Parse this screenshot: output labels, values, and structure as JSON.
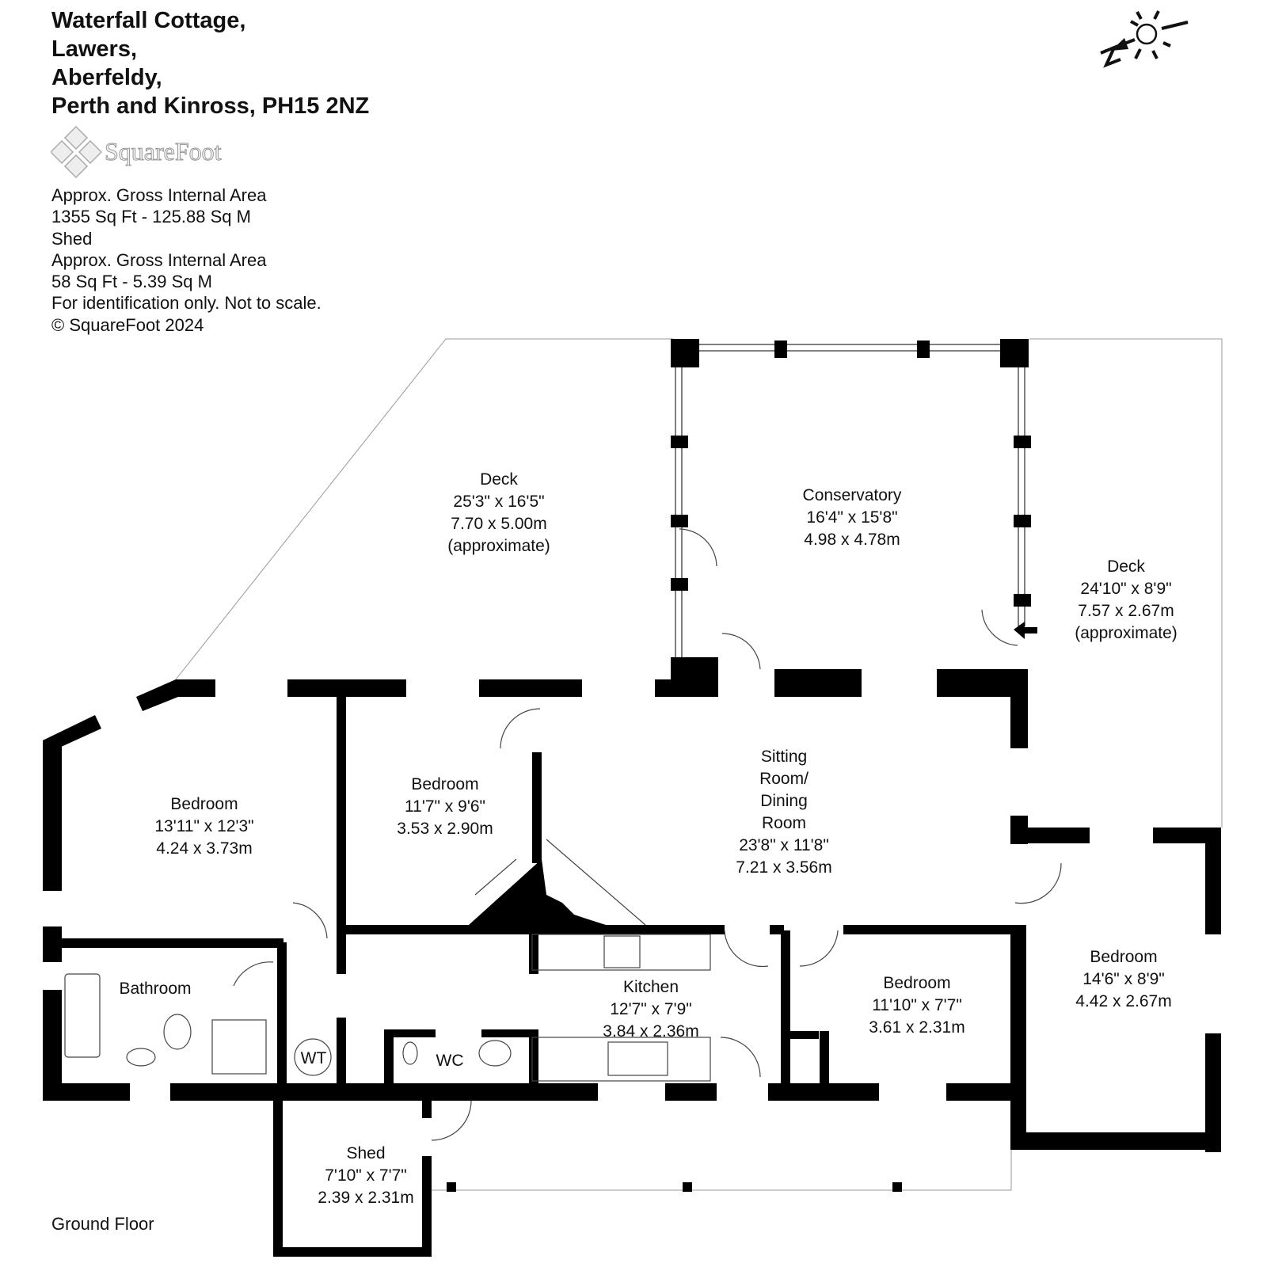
{
  "address": [
    "Waterfall Cottage,",
    "Lawers,",
    "Aberfeldy,",
    "Perth and Kinross, PH15 2NZ"
  ],
  "logo": {
    "text": "SquareFoot"
  },
  "info": [
    "Approx. Gross Internal Area",
    "1355 Sq Ft  -  125.88 Sq M",
    "Shed",
    "Approx. Gross Internal Area",
    "58 Sq Ft  -  5.39 Sq M",
    "For identification only. Not to scale.",
    "© SquareFoot 2024"
  ],
  "compass": {
    "label": "N"
  },
  "rooms": {
    "deck_left": {
      "name": "Deck",
      "imperial": "25'3\" x 16'5\"",
      "metric": "7.70 x 5.00m",
      "note": "(approximate)"
    },
    "conservatory": {
      "name": "Conservatory",
      "imperial": "16'4\" x 15'8\"",
      "metric": "4.98 x 4.78m"
    },
    "deck_right": {
      "name": "Deck",
      "imperial": "24'10\" x 8'9\"",
      "metric": "7.57 x 2.67m",
      "note": "(approximate)"
    },
    "bedroom1": {
      "name": "Bedroom",
      "imperial": "13'11\" x 12'3\"",
      "metric": "4.24 x 3.73m"
    },
    "bedroom2": {
      "name": "Bedroom",
      "imperial": "11'7\" x 9'6\"",
      "metric": "3.53 x 2.90m"
    },
    "sitting": {
      "name1": "Sitting",
      "name2": "Room/",
      "name3": "Dining",
      "name4": "Room",
      "imperial": "23'8\" x 11'8\"",
      "metric": "7.21 x 3.56m"
    },
    "bathroom": {
      "name": "Bathroom"
    },
    "kitchen": {
      "name": "Kitchen",
      "imperial": "12'7\" x 7'9\"",
      "metric": "3.84 x 2.36m"
    },
    "bedroom3": {
      "name": "Bedroom",
      "imperial": "11'10\" x 7'7\"",
      "metric": "3.61 x 2.31m"
    },
    "bedroom4": {
      "name": "Bedroom",
      "imperial": "14'6\" x 8'9\"",
      "metric": "4.42 x 2.67m"
    },
    "wt": {
      "name": "WT"
    },
    "wc": {
      "name": "WC"
    },
    "shed": {
      "name": "Shed",
      "imperial": "7'10\" x 7'7\"",
      "metric": "2.39 x 2.31m"
    }
  },
  "floor_label": "Ground Floor"
}
